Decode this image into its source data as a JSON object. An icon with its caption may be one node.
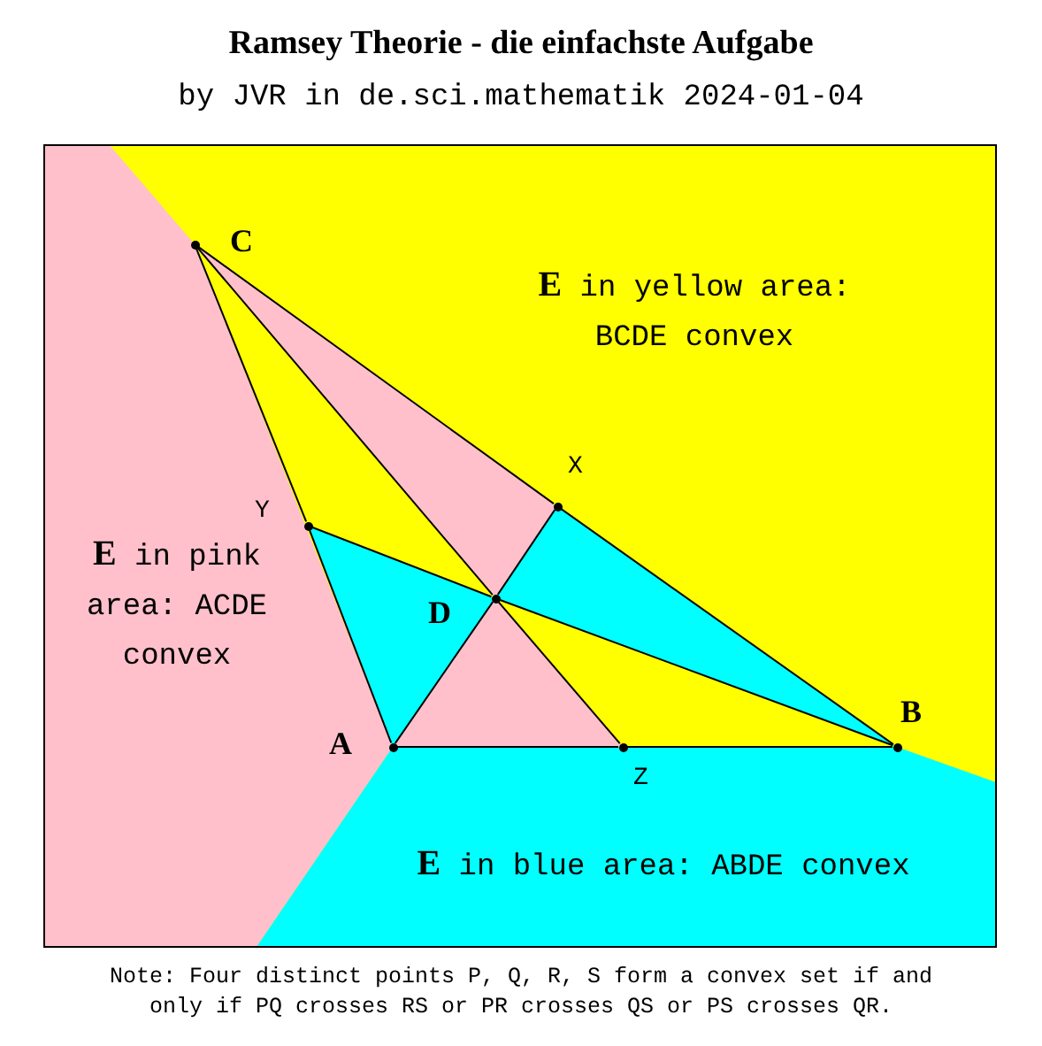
{
  "diagram": {
    "title": "Ramsey Theorie - die einfachste Aufgabe",
    "caption": "Note: Four distinct points P, Q, R, S form a convex set if and only if PQ crosses RS or PR crosses QS or PS crosses QR.",
    "nodes": [
      {
        "text": [],
        "shape": "circle",
        "beside": [
          "C"
        ]
      },
      {
        "text": [],
        "shape": "circle",
        "beside": [
          "X"
        ]
      },
      {
        "text": [],
        "shape": "circle",
        "beside": [
          "Y"
        ]
      },
      {
        "text": [],
        "shape": "circle",
        "beside": [
          "D"
        ]
      },
      {
        "text": [],
        "shape": "circle",
        "beside": [
          "B"
        ]
      },
      {
        "text": [],
        "shape": "circle",
        "beside": [
          "A"
        ]
      },
      {
        "text": [],
        "shape": "circle",
        "beside": [
          "Z"
        ]
      }
    ],
    "edges": [
      {
        "from": 0,
        "to": 1,
        "arrow": "none"
      },
      {
        "from": 1,
        "to": 4,
        "arrow": "none"
      },
      {
        "from": 0,
        "to": 2,
        "arrow": "none"
      },
      {
        "from": 2,
        "to": 5,
        "arrow": "none"
      },
      {
        "from": 5,
        "to": 6,
        "arrow": "none"
      },
      {
        "from": 6,
        "to": 4,
        "arrow": "none"
      },
      {
        "from": 5,
        "to": 3,
        "arrow": "none"
      },
      {
        "from": 3,
        "to": 1,
        "arrow": "none"
      },
      {
        "from": 2,
        "to": 3,
        "arrow": "none"
      },
      {
        "from": 3,
        "to": 4,
        "arrow": "none"
      },
      {
        "from": 0,
        "to": 3,
        "arrow": "none"
      },
      {
        "from": 3,
        "to": 6,
        "arrow": "none"
      }
    ],
    "labels": [
      "by JVR in de.sci.mathematik 2024-01-04",
      "**E** in yellow area: BCDE convex",
      "**E** in pink area: ACDE convex",
      "**E** in blue area: ABDE convex"
    ]
  }
}
